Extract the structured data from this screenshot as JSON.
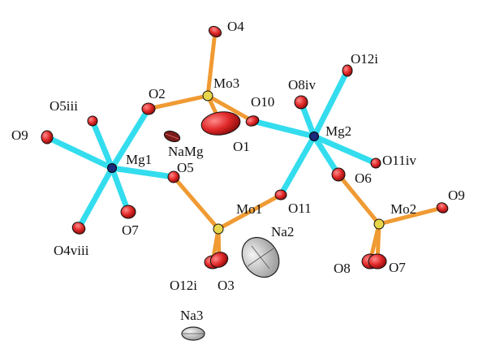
{
  "colors": {
    "mo_bond": "#f09a33",
    "mg_bond": "#33ddee",
    "oxygen": "#e02828",
    "molybdenum": "#e8d64a",
    "magnesium": "#1b2a7a",
    "sodium": "#c8c8c8",
    "namg": "#7a1a1a"
  },
  "atoms": {
    "O4": {
      "label": "O4",
      "type": "oxygen"
    },
    "O12i_top": {
      "label": "O12i",
      "type": "oxygen"
    },
    "Mo3": {
      "label": "Mo3",
      "type": "molybdenum"
    },
    "O8iv": {
      "label": "O8iv",
      "type": "oxygen"
    },
    "O2": {
      "label": "O2",
      "type": "oxygen"
    },
    "O10": {
      "label": "O10",
      "type": "oxygen"
    },
    "O5iii": {
      "label": "O5iii",
      "type": "oxygen"
    },
    "Mg2": {
      "label": "Mg2",
      "type": "magnesium"
    },
    "O9_left": {
      "label": "O9",
      "type": "oxygen"
    },
    "NaMg": {
      "label": "NaMg",
      "type": "namg"
    },
    "Mg1": {
      "label": "Mg1",
      "type": "magnesium"
    },
    "O1": {
      "label": "O1",
      "type": "oxygen"
    },
    "O11iv": {
      "label": "O11iv",
      "type": "oxygen"
    },
    "O5": {
      "label": "O5",
      "type": "oxygen"
    },
    "O6": {
      "label": "O6",
      "type": "oxygen"
    },
    "O9_right": {
      "label": "O9",
      "type": "oxygen"
    },
    "Mo1": {
      "label": "Mo1",
      "type": "molybdenum"
    },
    "O11": {
      "label": "O11",
      "type": "oxygen"
    },
    "Mo2": {
      "label": "Mo2",
      "type": "molybdenum"
    },
    "O7_left": {
      "label": "O7",
      "type": "oxygen"
    },
    "Na2": {
      "label": "Na2",
      "type": "sodium"
    },
    "O4viii": {
      "label": "O4viii",
      "type": "oxygen"
    },
    "O12i_bottom": {
      "label": "O12i",
      "type": "oxygen"
    },
    "O3": {
      "label": "O3",
      "type": "oxygen"
    },
    "O8": {
      "label": "O8",
      "type": "oxygen"
    },
    "O7_right": {
      "label": "O7",
      "type": "oxygen"
    },
    "Na3": {
      "label": "Na3",
      "type": "sodium"
    }
  }
}
